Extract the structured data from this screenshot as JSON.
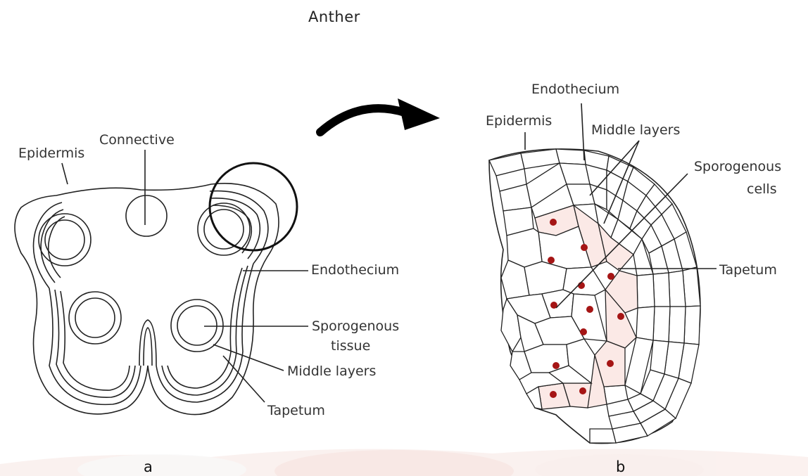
{
  "title": "Anther",
  "panel_a": {
    "letter": "a",
    "labels": {
      "epidermis": "Epidermis",
      "connective": "Connective",
      "endothecium": "Endothecium",
      "sporogenous_1": "Sporogenous",
      "sporogenous_2": "tissue",
      "middle_layers": "Middle layers",
      "tapetum": "Tapetum"
    }
  },
  "panel_b": {
    "letter": "b",
    "labels": {
      "endothecium": "Endothecium",
      "epidermis": "Epidermis",
      "middle_layers": "Middle layers",
      "sporogenous_1": "Sporogenous",
      "sporogenous_2": "cells",
      "tapetum": "Tapetum"
    }
  },
  "colors": {
    "outline": "#222222",
    "label_text": "#333333",
    "tapetum_fill": "#fbe9e6",
    "nucleus": "#a51515",
    "watermark": "#e9b0a3"
  }
}
